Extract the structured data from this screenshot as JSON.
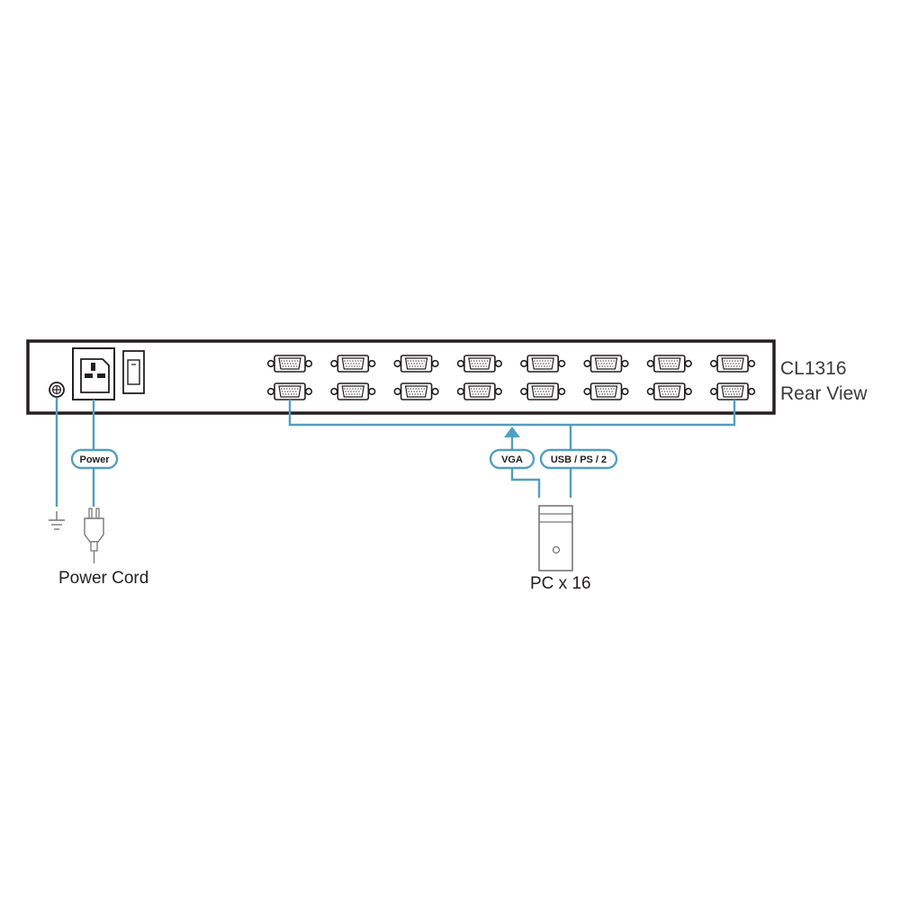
{
  "device": {
    "model": "CL1316",
    "view": "Rear View"
  },
  "labels": {
    "power": "Power",
    "vga": "VGA",
    "usb_ps2": "USB / PS / 2",
    "power_cord": "Power Cord",
    "pc": "PC x 16"
  },
  "port_rows": 2,
  "port_columns": 8,
  "colors": {
    "cable": "#4f9fc0",
    "outline": "#231f20",
    "background": "#ffffff"
  },
  "icons": [
    "ground-symbol-icon",
    "power-plug-icon",
    "pc-tower-icon",
    "ground-screw-icon",
    "power-socket-icon",
    "power-switch-icon",
    "arrow-up-icon"
  ]
}
